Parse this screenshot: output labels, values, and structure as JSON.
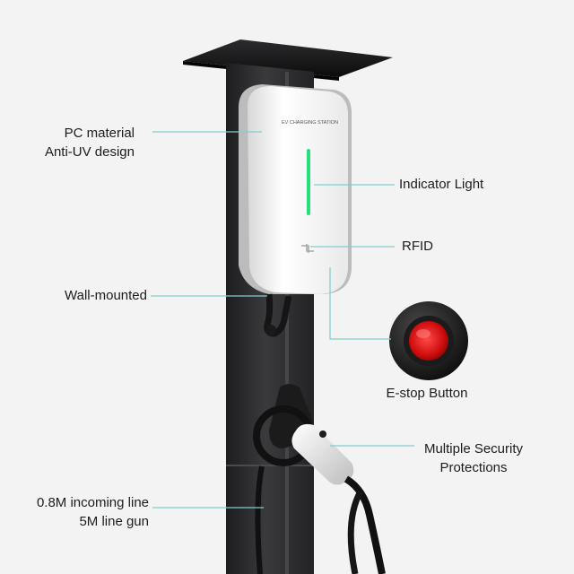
{
  "product": {
    "panel_text": "EV CHARGING STATION",
    "accent_color": "#7ecfcf",
    "indicator_color": "#22e07a",
    "estop_color": "#e01818"
  },
  "callouts": {
    "pc_material": {
      "line1": "PC material",
      "line2": "Anti-UV design"
    },
    "indicator_light": {
      "text": "Indicator Light"
    },
    "rfid": {
      "text": "RFID"
    },
    "wall_mounted": {
      "text": "Wall-mounted"
    },
    "estop": {
      "text": "E-stop Button"
    },
    "security": {
      "line1": "Multiple Security",
      "line2": "Protections"
    },
    "incoming_line": {
      "line1": "0.8M incoming line",
      "line2": "5M line gun"
    }
  }
}
